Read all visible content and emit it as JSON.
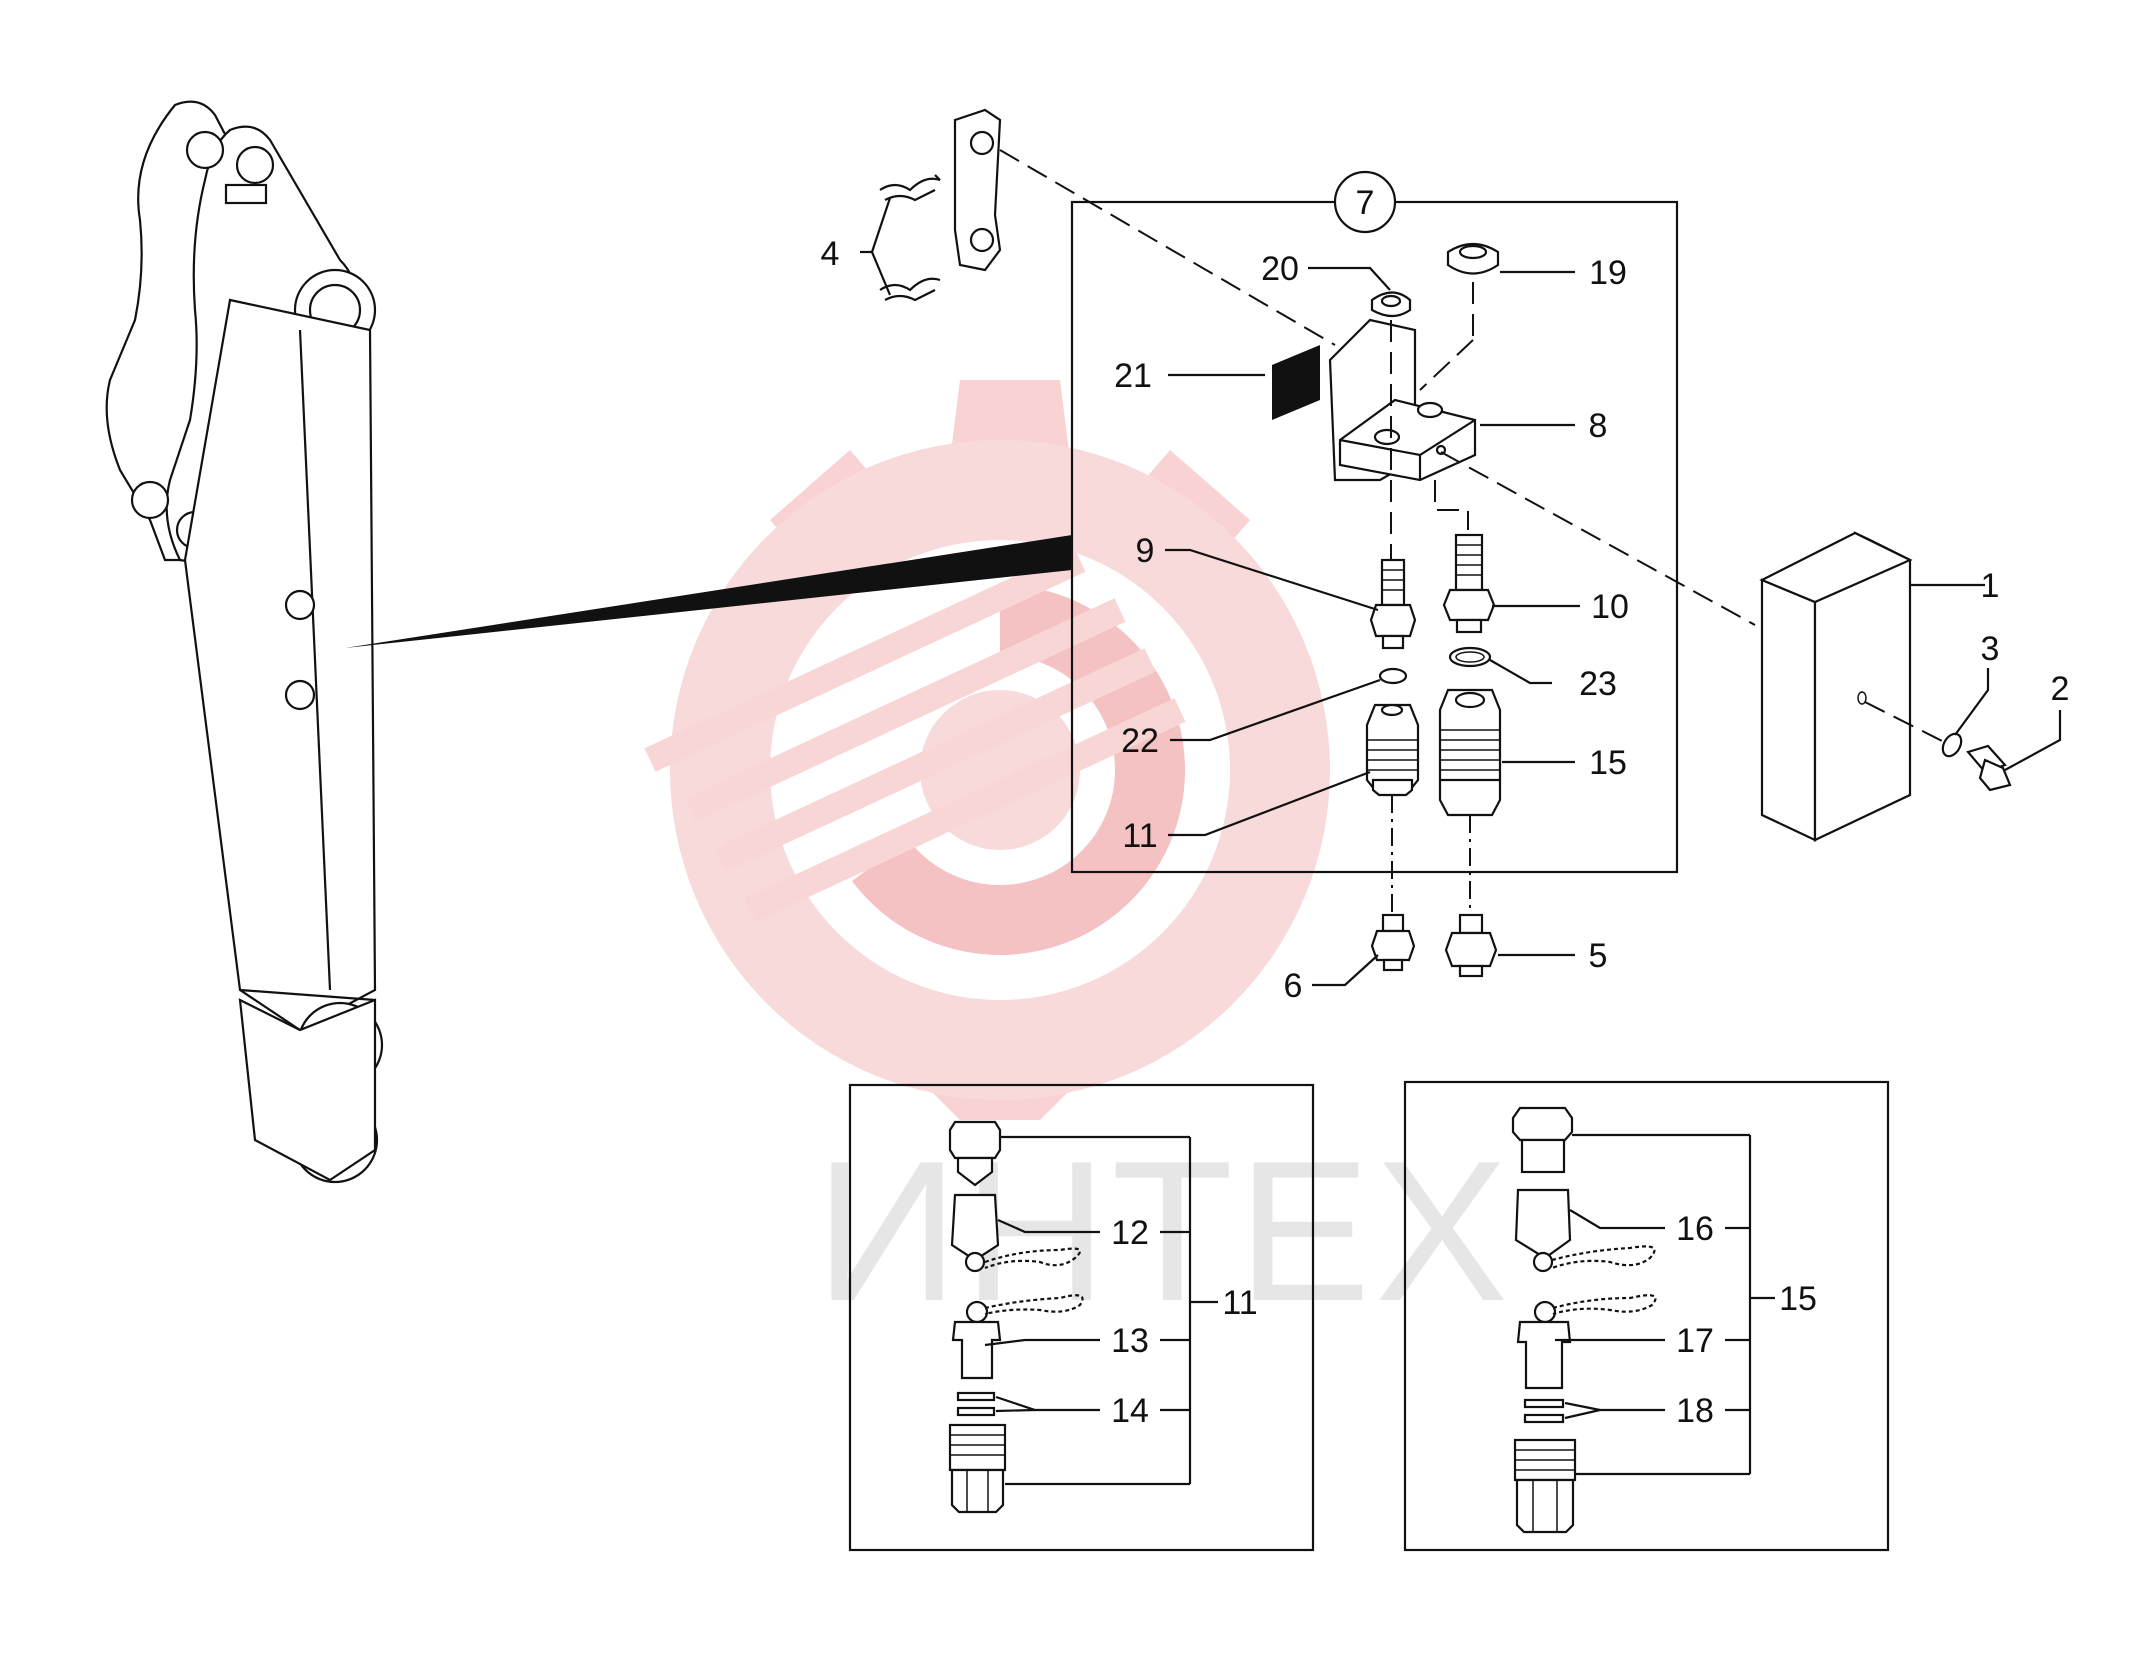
{
  "watermark": {
    "text": "ИНТЕХ",
    "logo_color": "#f7c9c9",
    "text_color": "#d2d2d2"
  },
  "group_label": "7",
  "callouts": {
    "c1": "1",
    "c2": "2",
    "c3": "3",
    "c4": "4",
    "c5": "5",
    "c6": "6",
    "c8": "8",
    "c9": "9",
    "c10": "10",
    "c11": "11",
    "c15": "15",
    "c19": "19",
    "c20": "20",
    "c21": "21",
    "c22": "22",
    "c23": "23"
  },
  "detail_left": {
    "items": [
      "12",
      "13",
      "14"
    ],
    "assembly": "11"
  },
  "detail_right": {
    "items": [
      "16",
      "17",
      "18"
    ],
    "assembly": "15"
  }
}
